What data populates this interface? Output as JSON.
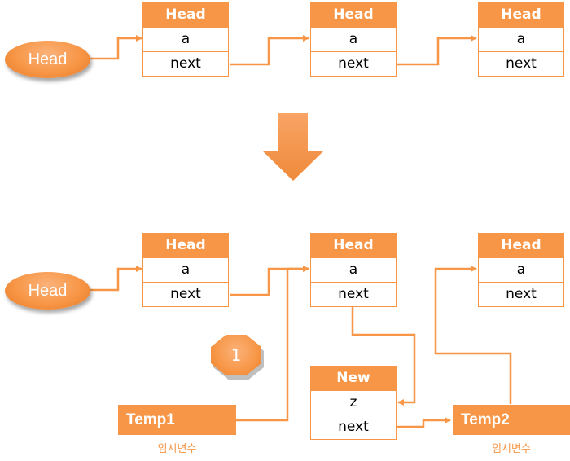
{
  "colors": {
    "accent": "#f79646",
    "accent_dark": "#e07a28"
  },
  "top": {
    "head_pointer": "Head",
    "nodes": [
      {
        "header": "Head",
        "value": "a",
        "next": "next"
      },
      {
        "header": "Head",
        "value": "a",
        "next": "next"
      },
      {
        "header": "Head",
        "value": "a",
        "next": "next"
      }
    ]
  },
  "bottom": {
    "head_pointer": "Head",
    "nodes": [
      {
        "header": "Head",
        "value": "a",
        "next": "next"
      },
      {
        "header": "Head",
        "value": "a",
        "next": "next"
      },
      {
        "header": "Head",
        "value": "a",
        "next": "next"
      }
    ],
    "new_node": {
      "header": "New",
      "value": "z",
      "next": "next"
    },
    "temp1": {
      "label": "Temp1",
      "caption": "임시변수"
    },
    "temp2": {
      "label": "Temp2",
      "caption": "임시변수"
    },
    "step_badge": "1"
  }
}
